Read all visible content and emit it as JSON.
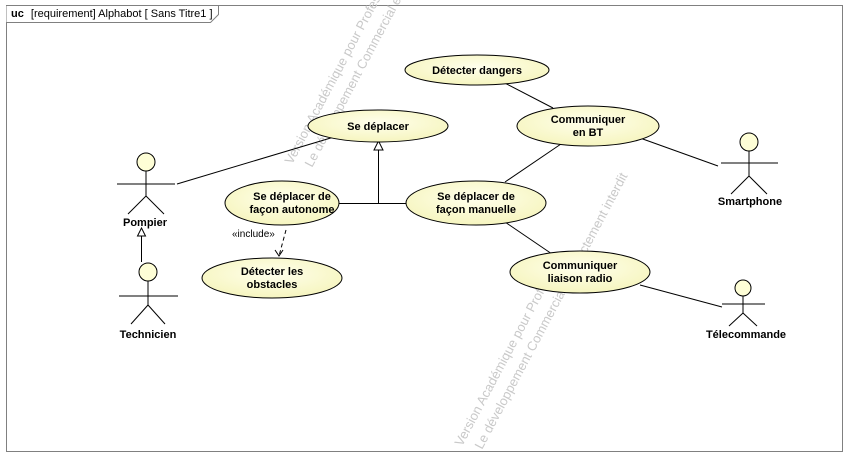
{
  "frame": {
    "label_kind": "uc",
    "label_rest": "[requirement]  Alphabot [ Sans Titre1 ]"
  },
  "watermark": {
    "line1": "Version Académique pour Professeur",
    "line2": "Le développement Commercial est strictement interdit"
  },
  "use_cases": [
    {
      "id": "deplacer",
      "lines": [
        "Se déplacer"
      ]
    },
    {
      "id": "autonome",
      "lines": [
        "Se déplacer de",
        "façon autonome"
      ]
    },
    {
      "id": "manuelle",
      "lines": [
        "Se déplacer de",
        "façon manuelle"
      ]
    },
    {
      "id": "obstacles",
      "lines": [
        "Détecter les",
        "obstacles"
      ]
    },
    {
      "id": "dangers",
      "lines": [
        "Détecter dangers"
      ]
    },
    {
      "id": "bt",
      "lines": [
        "Communiquer",
        "en BT"
      ]
    },
    {
      "id": "radio",
      "lines": [
        "Communiquer",
        "liaison radio"
      ]
    }
  ],
  "actors": [
    {
      "id": "pompier",
      "name": "Pompier"
    },
    {
      "id": "technicien",
      "name": "Technicien"
    },
    {
      "id": "smartphone",
      "name": "Smartphone"
    },
    {
      "id": "telecommande",
      "name": "Télecommande"
    }
  ],
  "include_label": "«include»",
  "colors": {
    "usecase_fill": "#fefed6",
    "usecase_stroke": "#000000",
    "line": "#000000",
    "watermark": "#c9c9c9"
  }
}
